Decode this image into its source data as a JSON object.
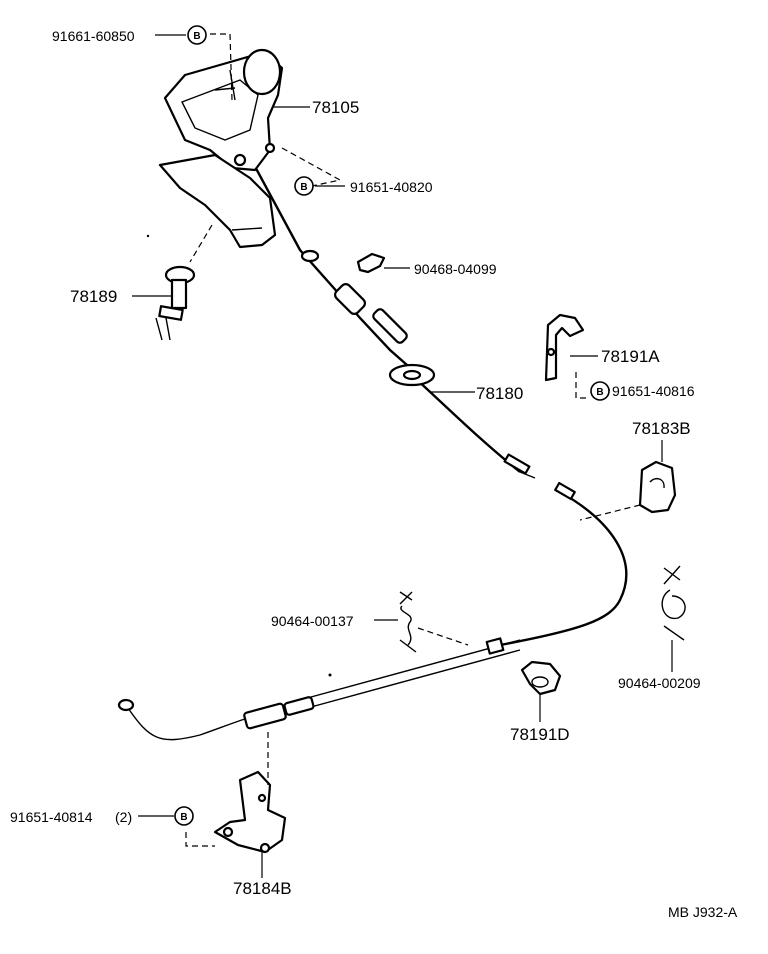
{
  "labels": {
    "p91661_60850": "91661-60850",
    "p78105": "78105",
    "p91651_40820": "91651-40820",
    "p90468_04099": "90468-04099",
    "p78189": "78189",
    "p78191A": "78191A",
    "p91651_40816": "91651-40816",
    "p78180": "78180",
    "p78183B": "78183B",
    "p90464_00137": "90464-00137",
    "p90464_00209": "90464-00209",
    "p78191D": "78191D",
    "p91651_40814": "91651-40814",
    "p91651_40814_qty": "(2)",
    "p78184B": "78184B"
  },
  "badge_letter": "B",
  "footer": {
    "code": "MB  J932-A"
  }
}
